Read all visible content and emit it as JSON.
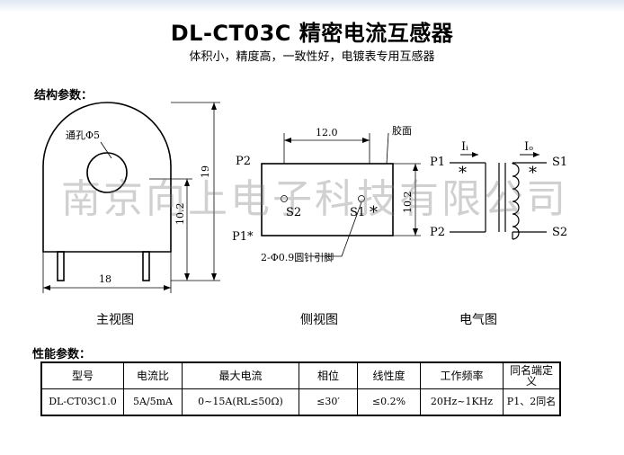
{
  "header": {
    "title": "DL-CT03C 精密电流互感器",
    "subtitle": "体积小，精度高，一致性好，电镀表专用互感器"
  },
  "sections": {
    "structure": "结构参数：",
    "performance": "性能参数："
  },
  "watermark": "南京向上电子科技有限公司",
  "front_view": {
    "caption": "主视图",
    "hole_label": "通孔Φ5",
    "dim_height": "19",
    "dim_pin": "10.2",
    "dim_width": "18"
  },
  "side_view": {
    "caption": "侧视图",
    "dim_width": "12.0",
    "dim_height": "10.2",
    "face_label": "胶面",
    "pin_label": "2-Φ0.9圆针引脚",
    "p2": "P2",
    "p1": "P1*",
    "s2": "S2",
    "s1": "S1"
  },
  "electrical": {
    "caption": "电气图",
    "p1": "P1",
    "p2": "P2",
    "s1": "S1",
    "s2": "S2",
    "ii": "Iᵢ",
    "io": "Iₒ",
    "star": "*"
  },
  "table": {
    "headers": [
      "型号",
      "电流比",
      "最大电流",
      "相位",
      "线性度",
      "工作频率",
      "同名端定义"
    ],
    "row": [
      "DL-CT03C1.0",
      "5A/5mA",
      "0~15A(RL≤50Ω)",
      "≤30′",
      "≤0.2%",
      "20Hz~1KHz",
      "P1、2同名"
    ]
  }
}
